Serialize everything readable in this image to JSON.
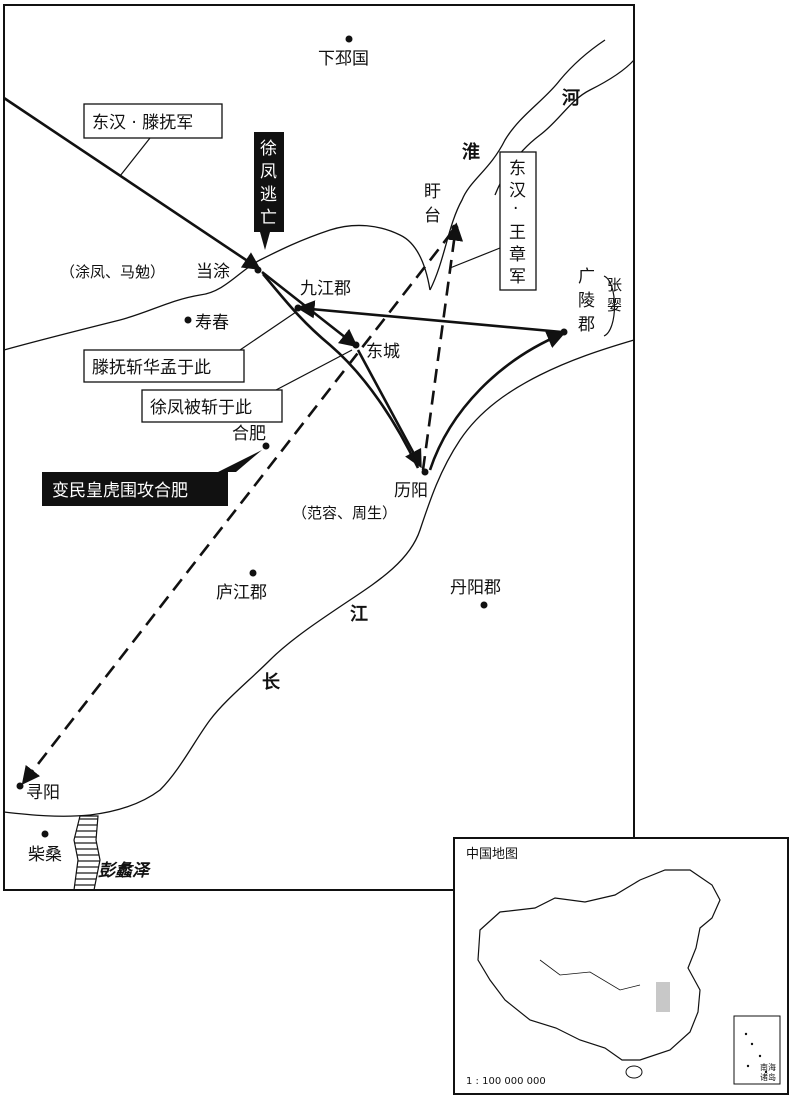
{
  "places": {
    "xiapi": "下邳国",
    "xuyi_1": "盱",
    "xuyi_2": "台",
    "dangtu": "当涂",
    "dangtu_note": "（涂凤、马勉）",
    "jiujiang": "九江郡",
    "shouchun": "寿春",
    "dongcheng": "东城",
    "guangling_1": "广",
    "guangling_2": "陵",
    "guangling_3": "郡",
    "guangling_note_1": "张",
    "guangling_note_2": "婴",
    "hefei": "合肥",
    "liyang": "历阳",
    "liyang_note": "（范容、周生）",
    "lujiang": "庐江郡",
    "danyang": "丹阳郡",
    "xunyang": "寻阳",
    "chaisang": "柴桑",
    "pengli": "彭蠡泽"
  },
  "rivers": {
    "huai": "淮",
    "he": "河",
    "chang": "长",
    "jiang": "江"
  },
  "callouts": {
    "tengfu_army": "东汉 · 滕抚军",
    "xufeng_escape_1": "徐",
    "xufeng_escape_2": "凤",
    "xufeng_escape_3": "逃",
    "xufeng_escape_4": "亡",
    "wangzhang_1": "东",
    "wangzhang_2": "汉",
    "wangzhang_3": "·",
    "wangzhang_4": "王",
    "wangzhang_5": "章",
    "wangzhang_6": "军",
    "huameng": "滕抚斩华孟于此",
    "xufeng_killed": "徐凤被斩于此",
    "huanghu": "变民皇虎围攻合肥"
  },
  "inset": {
    "title": "中国地图",
    "scale": "1 : 100 000 000",
    "south_sea_1": "南海",
    "south_sea_2": "诸岛"
  },
  "colors": {
    "ink": "#111111",
    "highlight": "#c8c8c8"
  }
}
